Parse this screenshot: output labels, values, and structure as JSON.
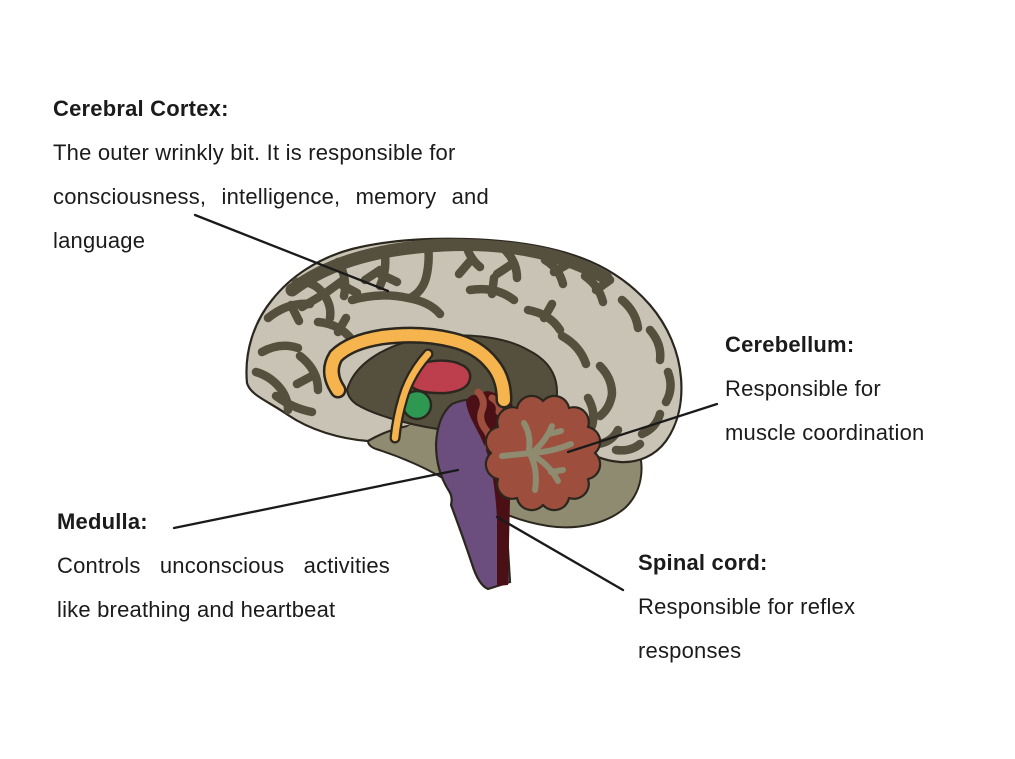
{
  "labels": {
    "cerebral_cortex": {
      "title": "Cerebral Cortex:",
      "lines": [
        "The outer wrinkly bit. It is responsible for",
        "consciousness, intelligence, memory and",
        "language"
      ]
    },
    "cerebellum": {
      "title": "Cerebellum:",
      "lines": [
        "Responsible for",
        "muscle coordination"
      ]
    },
    "medulla": {
      "title": "Medulla:",
      "lines": [
        "Controls unconscious activities",
        "like breathing and heartbeat"
      ]
    },
    "spinal_cord": {
      "title": "Spinal cord:",
      "lines": [
        "Responsible for reflex",
        "responses"
      ]
    }
  },
  "colors": {
    "background": "#ffffff",
    "text": "#1b1b1b",
    "leader_line": "#1a1a1a",
    "outline": "#2b271e",
    "cortex": "#c9c3b5",
    "sulci": "#55503e",
    "olive": "#8e8b70",
    "cerebellum": "#9d4e3d",
    "cerebellum_branches": "#8e8b70",
    "brainstem": "#6b4d7e",
    "brainstem_stripe": "#4a1016",
    "corpus_callosum": "#f6b44e",
    "thalamus": "#bd3e4d",
    "hypothalamus": "#2e9853"
  }
}
